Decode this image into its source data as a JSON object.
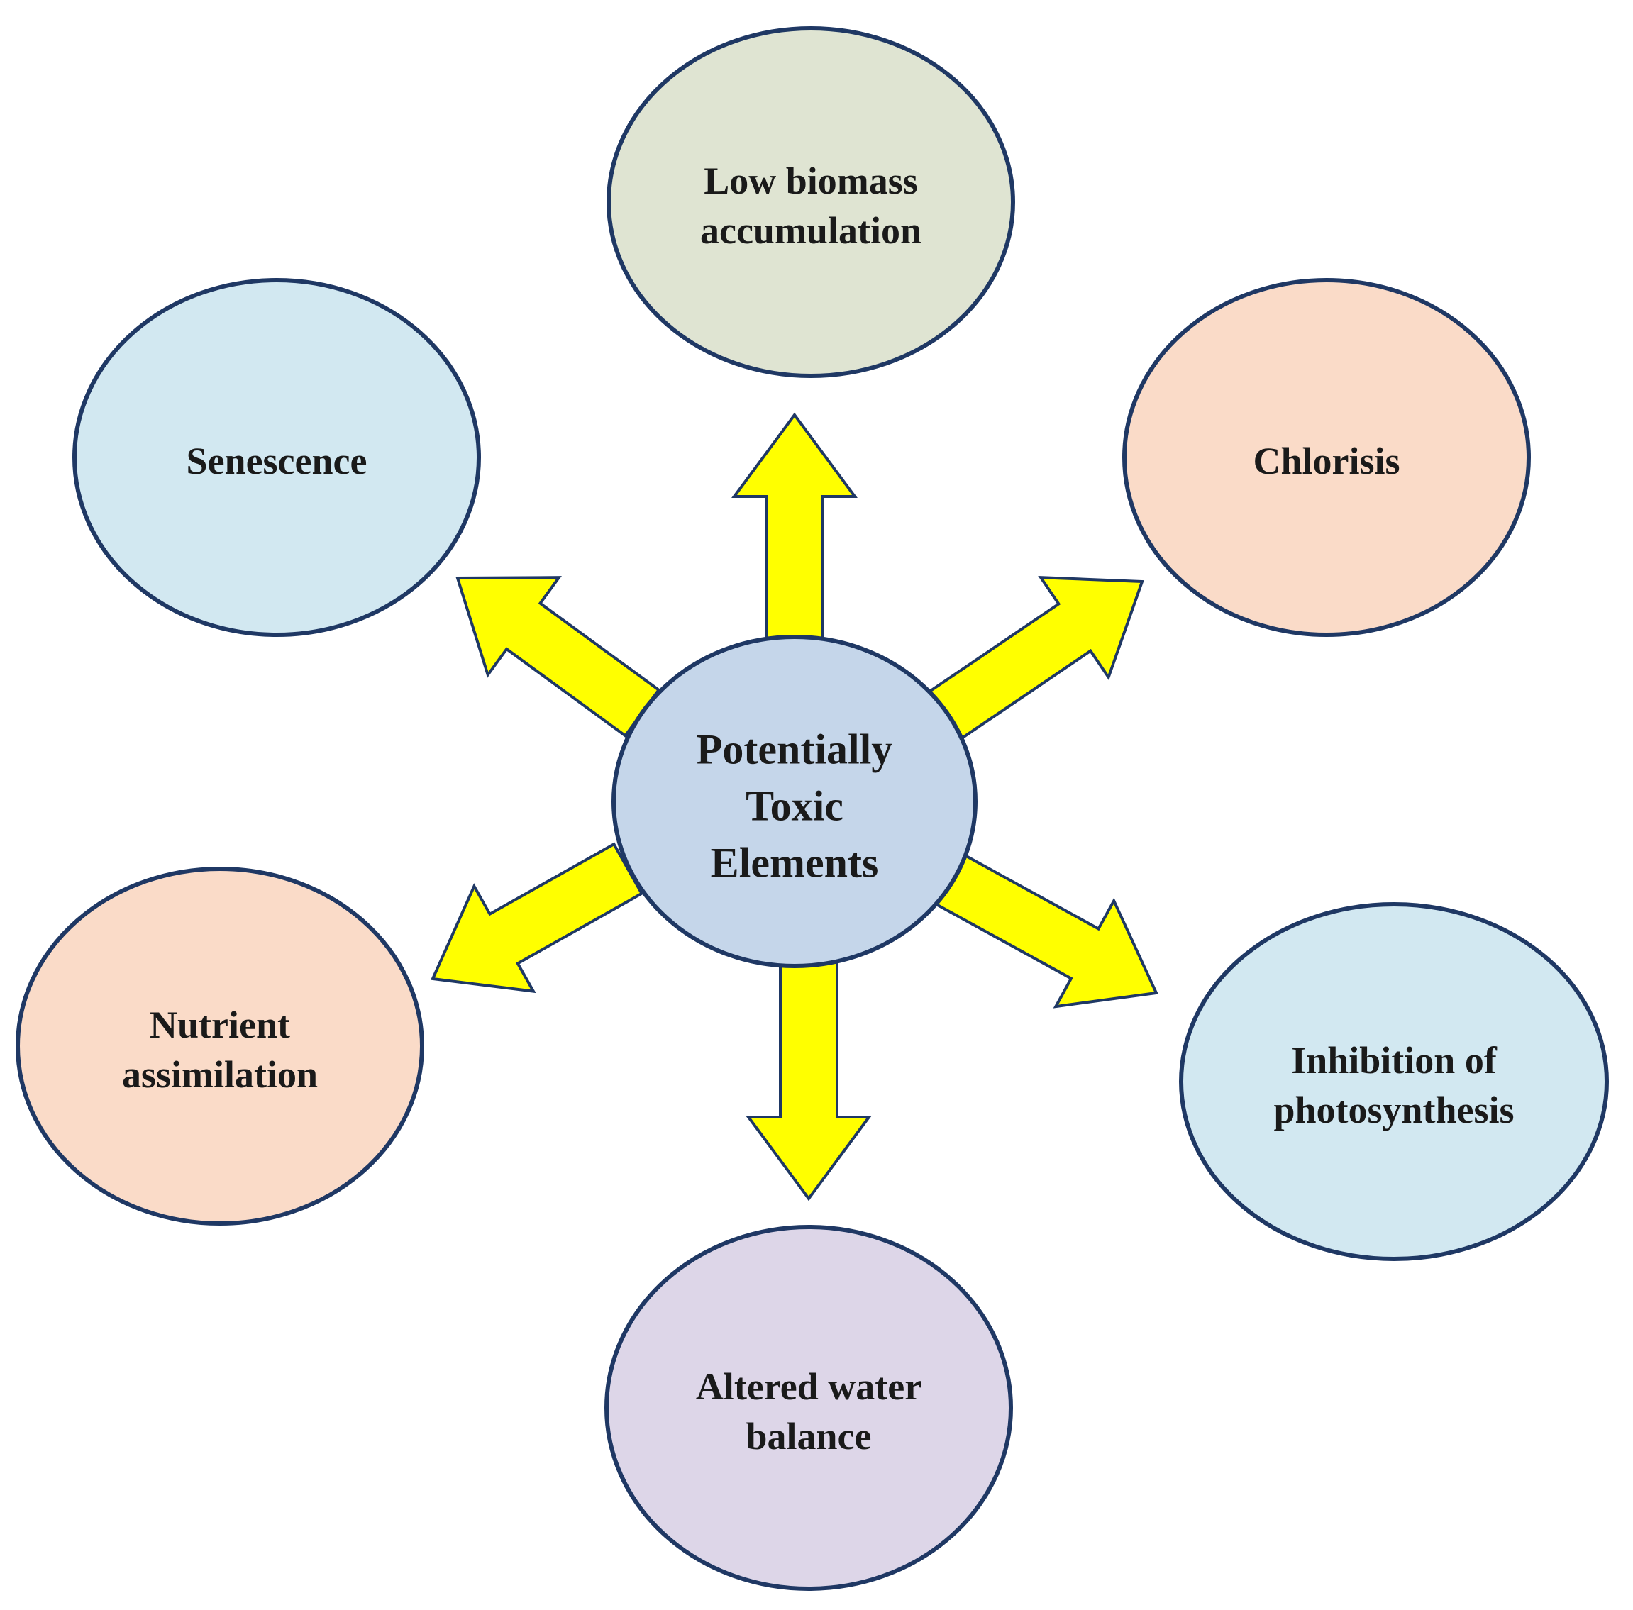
{
  "colors": {
    "arrow_fill": "#ffff00",
    "outline": "#1f3864",
    "text": "#1a1a1a"
  },
  "center": {
    "lines": [
      "Potentially",
      "Toxic",
      "Elements"
    ],
    "fill": "#c5d6ea"
  },
  "effects": [
    {
      "id": "low-biomass",
      "lines": [
        "Low biomass",
        "accumulation"
      ],
      "fill": "#dfe4d2"
    },
    {
      "id": "chlorisis",
      "lines": [
        "Chlorisis"
      ],
      "fill": "#fadbc8"
    },
    {
      "id": "inhibition-photosynthesis",
      "lines": [
        "Inhibition of",
        "photosynthesis"
      ],
      "fill": "#d2e8f1"
    },
    {
      "id": "altered-water-balance",
      "lines": [
        "Altered water",
        "balance"
      ],
      "fill": "#ddd6e8"
    },
    {
      "id": "nutrient-assimilation",
      "lines": [
        "Nutrient",
        "assimilation"
      ],
      "fill": "#fadbc8"
    },
    {
      "id": "senescence",
      "lines": [
        "Senescence"
      ],
      "fill": "#d2e8f1"
    }
  ]
}
